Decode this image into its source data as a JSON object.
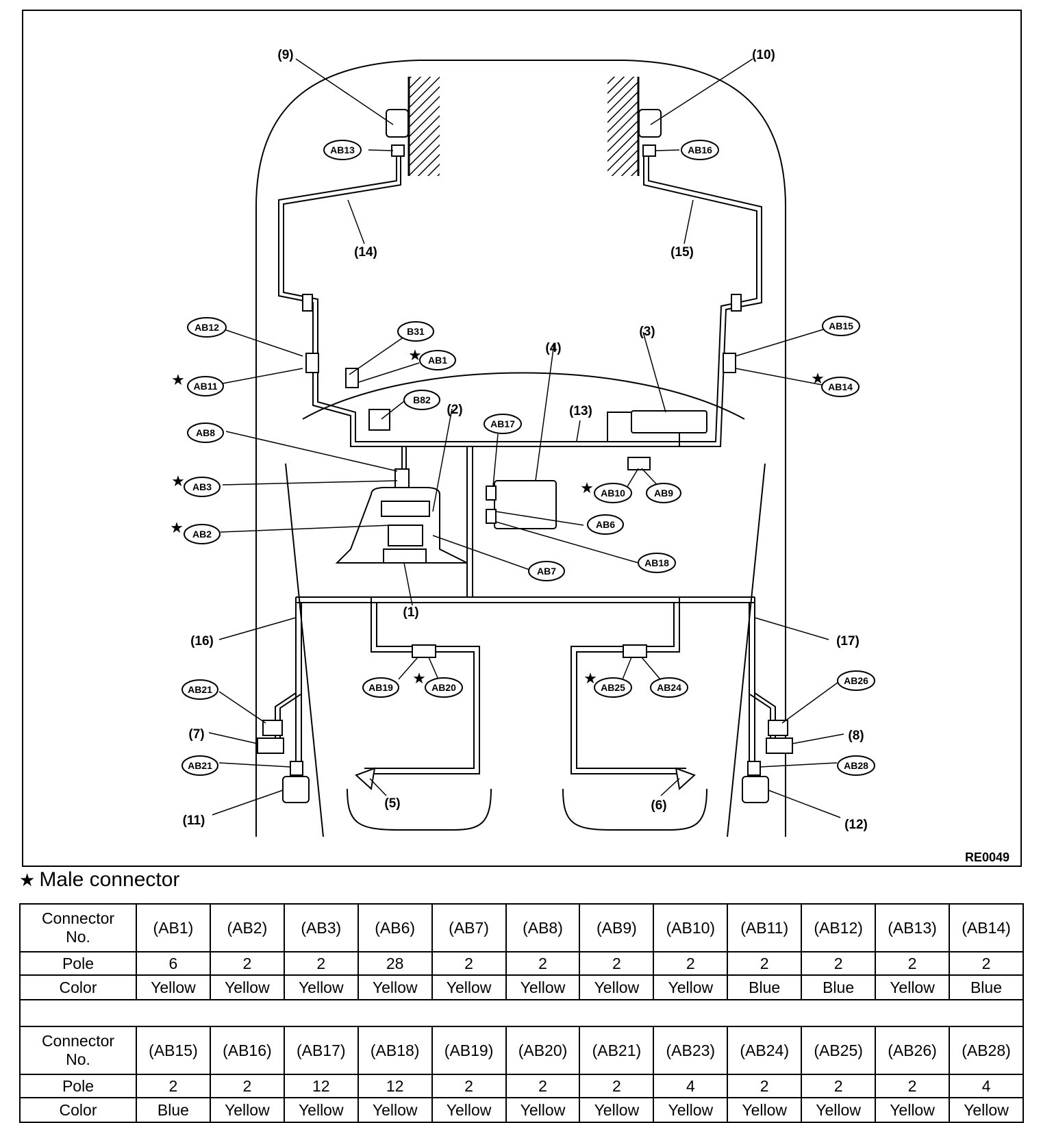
{
  "figure_code": "RE0049",
  "legend": {
    "symbol": "★",
    "text": "Male connector"
  },
  "parts": {
    "p1": "(1)",
    "p2": "(2)",
    "p3": "(3)",
    "p4": "(4)",
    "p5": "(5)",
    "p6": "(6)",
    "p7": "(7)",
    "p8": "(8)",
    "p9": "(9)",
    "p10": "(10)",
    "p11": "(11)",
    "p12": "(12)",
    "p13": "(13)",
    "p14": "(14)",
    "p15": "(15)",
    "p16": "(16)",
    "p17": "(17)"
  },
  "connectors": {
    "AB1": "AB1",
    "AB2": "AB2",
    "AB3": "AB3",
    "AB6": "AB6",
    "AB7": "AB7",
    "AB8": "AB8",
    "AB9": "AB9",
    "AB10": "AB10",
    "AB11": "AB11",
    "AB12": "AB12",
    "AB13": "AB13",
    "AB14": "AB14",
    "AB15": "AB15",
    "AB16": "AB16",
    "AB17": "AB17",
    "AB18": "AB18",
    "AB19": "AB19",
    "AB20": "AB20",
    "AB21a": "AB21",
    "AB21b": "AB21",
    "AB24": "AB24",
    "AB25": "AB25",
    "AB26": "AB26",
    "AB28": "AB28",
    "B31": "B31",
    "B82": "B82"
  },
  "star": "★",
  "table_rows": {
    "connector_header_line1": "Connector",
    "connector_header_line2": "No.",
    "pole_header": "Pole",
    "color_header": "Color"
  },
  "table1": {
    "connectors": [
      "(AB1)",
      "(AB2)",
      "(AB3)",
      "(AB6)",
      "(AB7)",
      "(AB8)",
      "(AB9)",
      "(AB10)",
      "(AB11)",
      "(AB12)",
      "(AB13)",
      "(AB14)"
    ],
    "poles": [
      "6",
      "2",
      "2",
      "28",
      "2",
      "2",
      "2",
      "2",
      "2",
      "2",
      "2",
      "2"
    ],
    "colors": [
      "Yellow",
      "Yellow",
      "Yellow",
      "Yellow",
      "Yellow",
      "Yellow",
      "Yellow",
      "Yellow",
      "Blue",
      "Blue",
      "Yellow",
      "Blue"
    ]
  },
  "table2": {
    "connectors": [
      "(AB15)",
      "(AB16)",
      "(AB17)",
      "(AB18)",
      "(AB19)",
      "(AB20)",
      "(AB21)",
      "(AB23)",
      "(AB24)",
      "(AB25)",
      "(AB26)",
      "(AB28)"
    ],
    "poles": [
      "2",
      "2",
      "12",
      "12",
      "2",
      "2",
      "2",
      "4",
      "2",
      "2",
      "2",
      "4"
    ],
    "colors": [
      "Blue",
      "Yellow",
      "Yellow",
      "Yellow",
      "Yellow",
      "Yellow",
      "Yellow",
      "Yellow",
      "Yellow",
      "Yellow",
      "Yellow",
      "Yellow"
    ]
  }
}
